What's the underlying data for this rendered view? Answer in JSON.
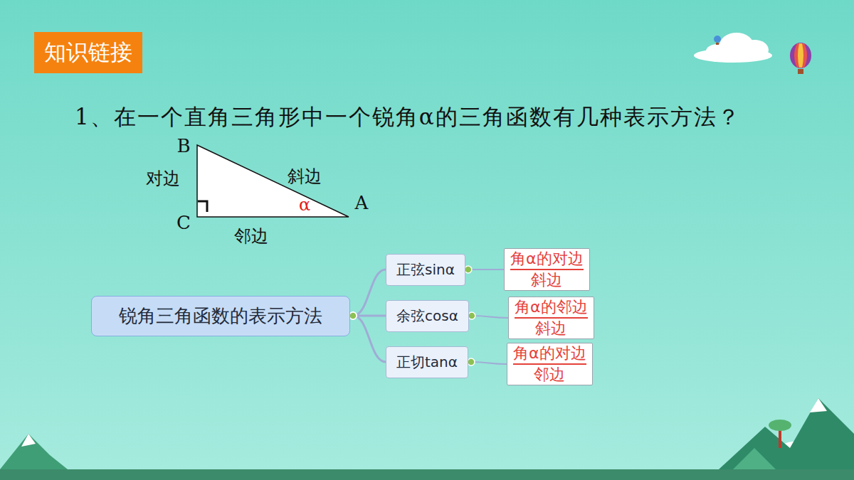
{
  "diagram": {
    "title": "1、在一个直角三角形中一个锐角α的三角函数有几种表示方法？",
    "nodes": [
      {
        "text": [
          "知识链接"
        ]
      },
      {
        "text": [
          "锐角三角函数的表示方法"
        ]
      },
      {
        "text": [
          "正弦sinα"
        ]
      },
      {
        "text": [
          "角α的对边",
          "斜边"
        ]
      },
      {
        "text": [
          "余弦cosα"
        ]
      },
      {
        "text": [
          "角α的邻边",
          "斜边"
        ]
      },
      {
        "text": [
          "正切tanα"
        ]
      },
      {
        "text": [
          "角α的对边",
          "邻边"
        ]
      }
    ],
    "edges": [
      {
        "from": 1,
        "to": 2,
        "arrow": "none"
      },
      {
        "from": 1,
        "to": 4,
        "arrow": "none"
      },
      {
        "from": 1,
        "to": 6,
        "arrow": "none"
      },
      {
        "from": 2,
        "to": 3,
        "arrow": "none"
      },
      {
        "from": 4,
        "to": 5,
        "arrow": "none"
      },
      {
        "from": 6,
        "to": 7,
        "arrow": "none"
      }
    ],
    "labels": [
      "B",
      "对边",
      "斜边",
      "α",
      "A",
      "C",
      "邻边"
    ]
  }
}
